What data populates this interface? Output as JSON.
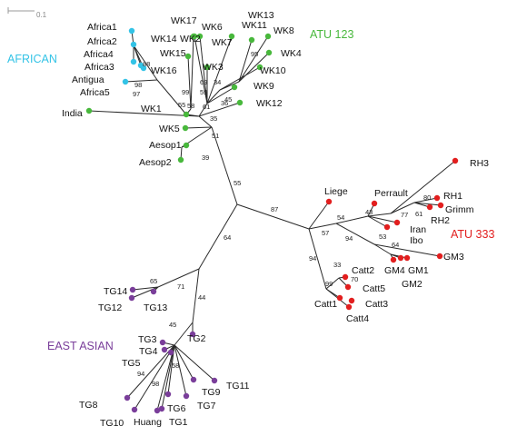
{
  "scale_label": "0.1",
  "groups": {
    "african": {
      "label": "AFRICAN",
      "color": "#33c3e6"
    },
    "atu123": {
      "label": "ATU 123",
      "color": "#48b83c"
    },
    "atu333": {
      "label": "ATU 333",
      "color": "#e21e1e"
    },
    "east_asian": {
      "label": "EAST ASIAN",
      "color": "#7a3e9a"
    }
  },
  "taxa": {
    "africa1": "Africa1",
    "africa2": "Africa2",
    "africa4": "Africa4",
    "africa3": "Africa3",
    "antigua": "Antigua",
    "africa5": "Africa5",
    "india": "India",
    "wk17": "WK17",
    "wk6": "WK6",
    "wk13": "WK13",
    "wk11": "WK11",
    "wk8": "WK8",
    "wk14": "WK14",
    "wk2": "WK2",
    "wk7": "WK7",
    "wk4": "WK4",
    "wk15": "WK15",
    "wk16": "WK16",
    "wk3": "WK3",
    "wk10": "WK10",
    "wk9": "WK9",
    "wk12": "WK12",
    "wk1": "WK1",
    "wk5": "WK5",
    "aesop1": "Aesop1",
    "aesop2": "Aesop2",
    "liege": "Liege",
    "perrault": "Perrault",
    "rh3": "RH3",
    "rh1": "RH1",
    "grimm": "Grimm",
    "rh2": "RH2",
    "iran": "Iran",
    "ibo": "Ibo",
    "gm3": "GM3",
    "gm4": "GM4",
    "gm1": "GM1",
    "gm2": "GM2",
    "catt2": "Catt2",
    "catt5": "Catt5",
    "catt1": "Catt1",
    "catt3": "Catt3",
    "catt4": "Catt4",
    "tg14": "TG14",
    "tg12": "TG12",
    "tg13": "TG13",
    "tg2": "TG2",
    "tg3": "TG3",
    "tg4": "TG4",
    "tg5": "TG5",
    "tg11": "TG11",
    "tg9": "TG9",
    "tg7": "TG7",
    "tg6": "TG6",
    "tg1": "TG1",
    "huang": "Huang",
    "tg8": "TG8",
    "tg10": "TG10"
  },
  "support_values": {
    "s88": "88",
    "s98": "98",
    "s97": "97",
    "s55a": "55",
    "s58": "58",
    "s99a": "99",
    "s69": "69",
    "s59": "59",
    "s34": "34",
    "s95": "95",
    "s45a": "45",
    "s61a": "61",
    "s36": "36",
    "s35": "35",
    "s51": "51",
    "s39": "39",
    "s55b": "55",
    "s87": "87",
    "s64a": "64",
    "s54": "54",
    "s57": "57",
    "s43": "43",
    "s80": "80",
    "s77": "77",
    "s61b": "61",
    "s94a": "94",
    "s53": "53",
    "s64b": "64",
    "s94b": "94",
    "s33": "33",
    "s70": "70",
    "s99b": "99",
    "s65": "65",
    "s71": "71",
    "s44": "44",
    "s45b": "45",
    "s58b": "58",
    "s98b": "98",
    "s94c": "94"
  }
}
